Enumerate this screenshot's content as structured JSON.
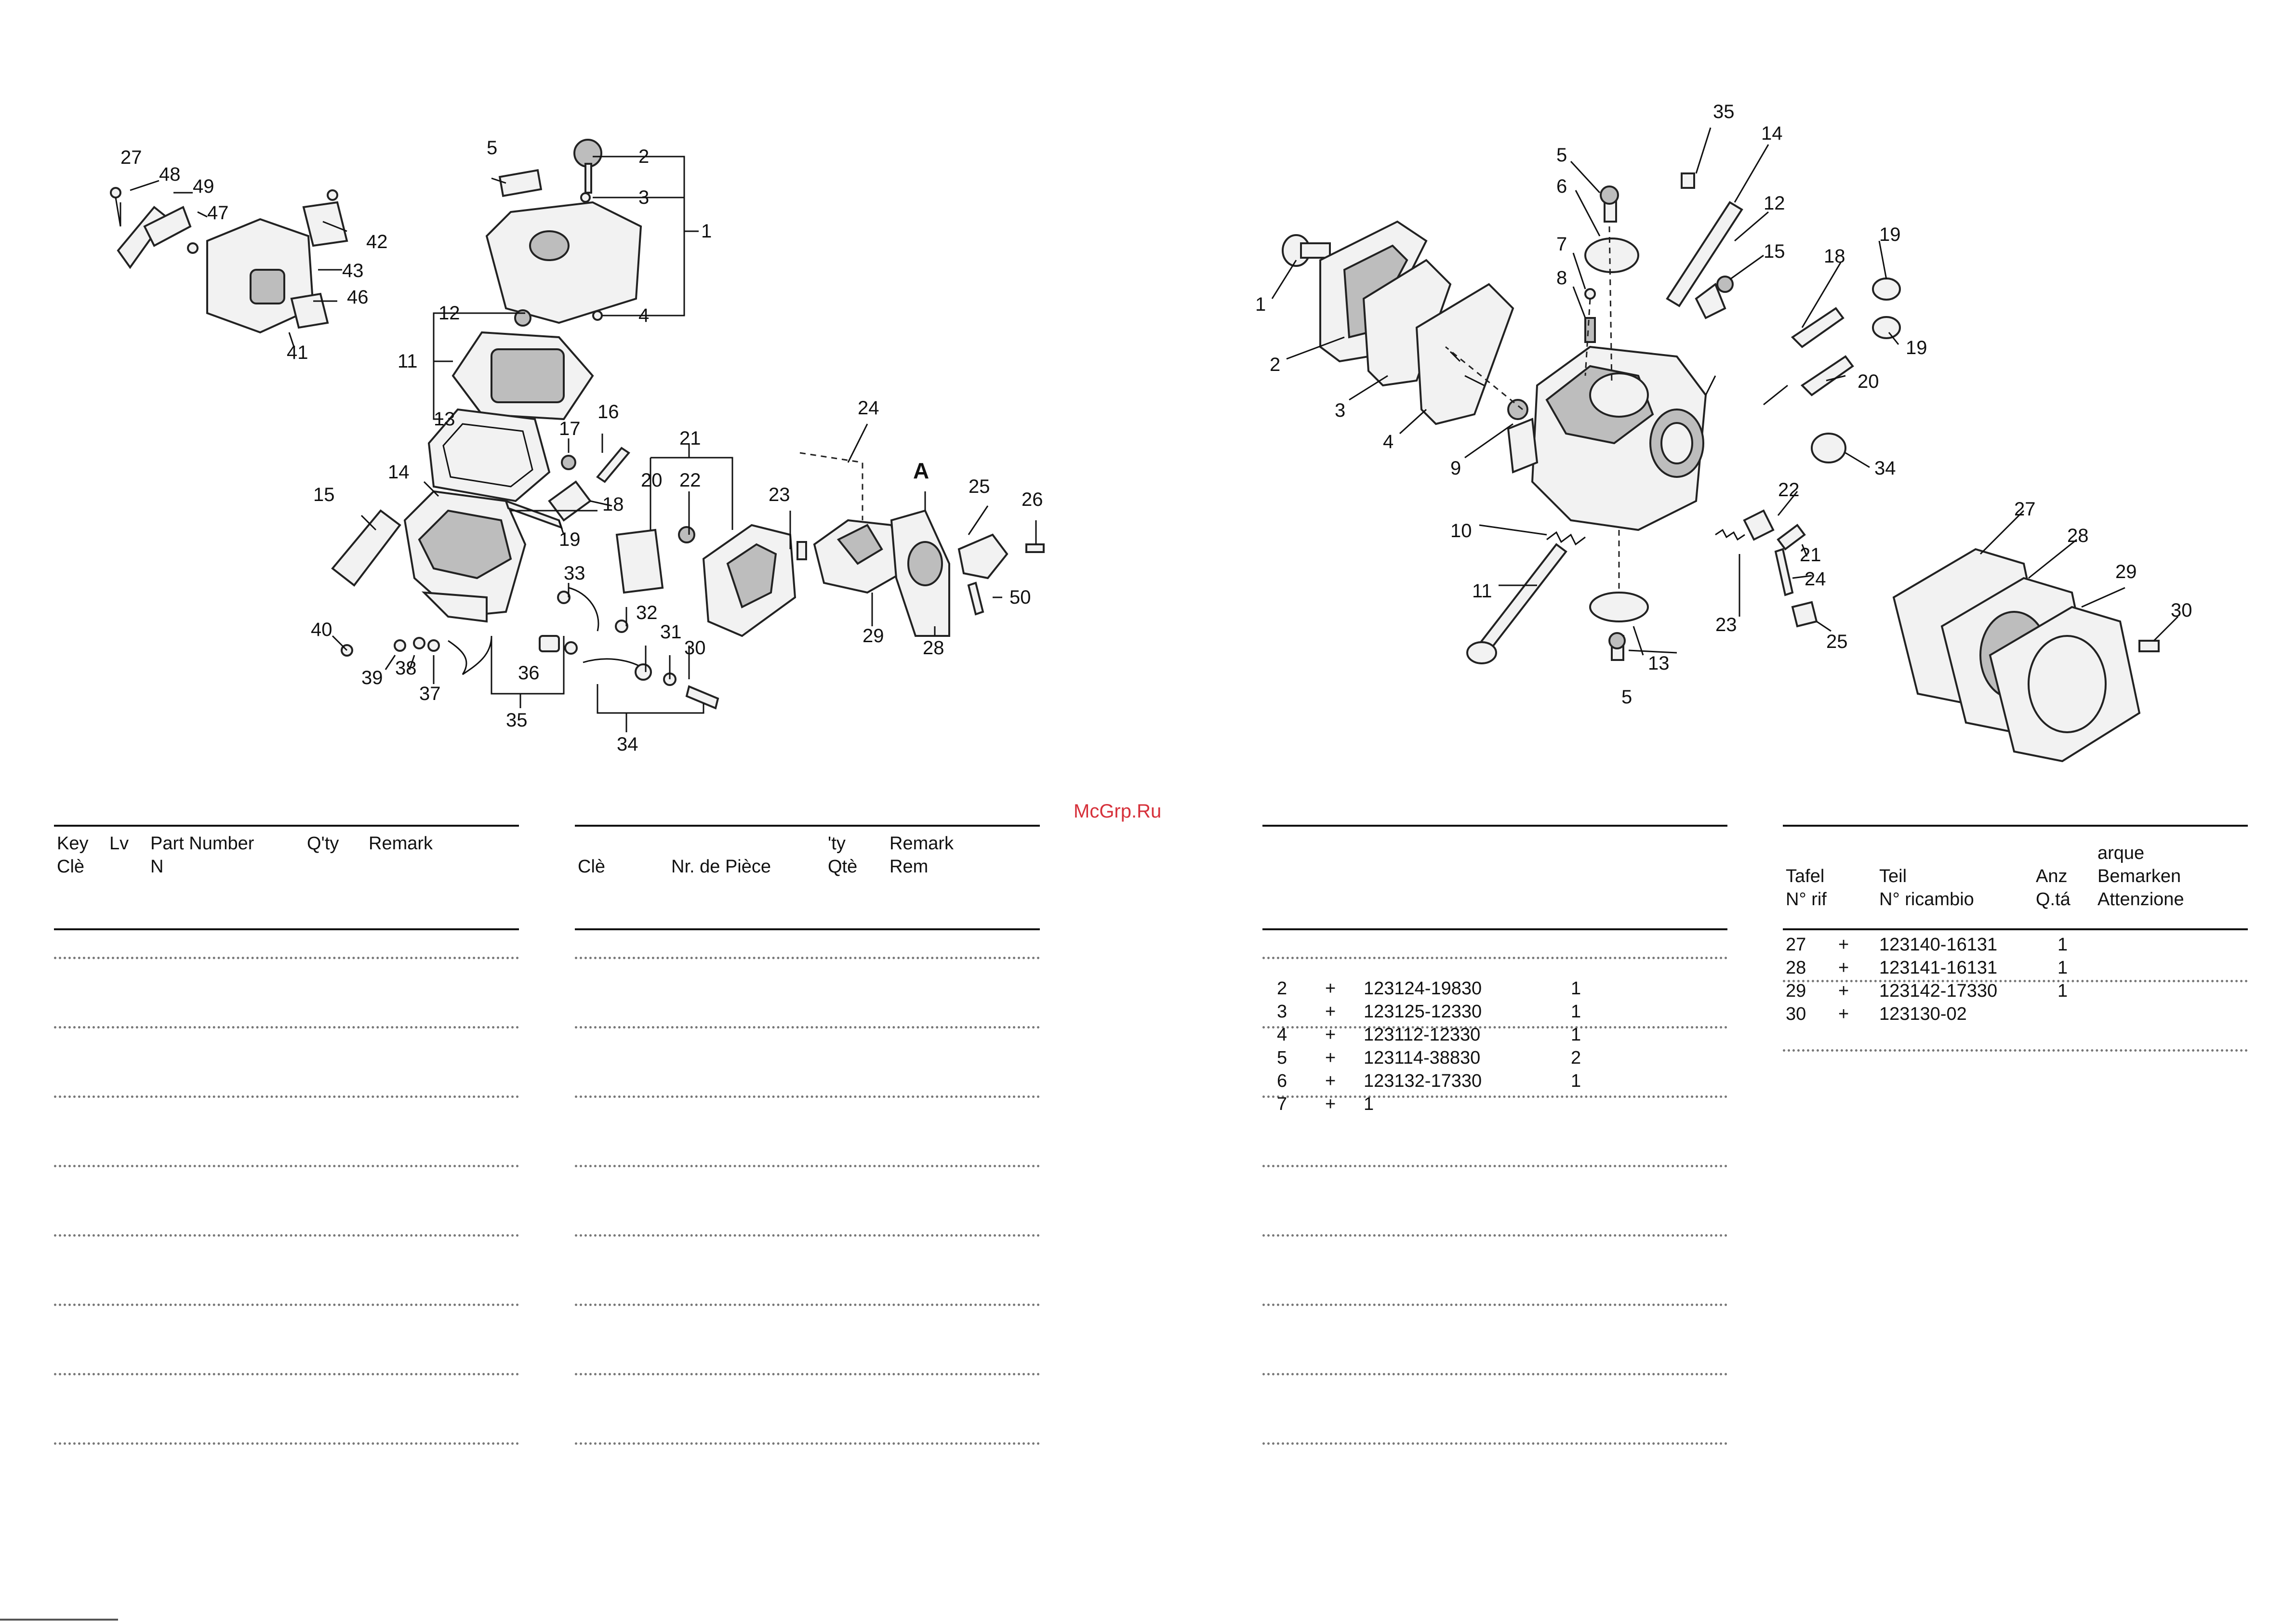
{
  "watermark": "McGrp.Ru",
  "diagram_left": {
    "callouts": [
      "27",
      "48",
      "49",
      "47",
      "42",
      "43",
      "46",
      "41",
      "5",
      "2",
      "3",
      "1",
      "4",
      "12",
      "11",
      "13",
      "16",
      "17",
      "18",
      "19",
      "15",
      "14",
      "21",
      "20",
      "22",
      "24",
      "23",
      "A",
      "25",
      "26",
      "50",
      "28",
      "29",
      "33",
      "32",
      "31",
      "30",
      "40",
      "39",
      "38",
      "37",
      "36",
      "35",
      "34"
    ]
  },
  "diagram_right": {
    "callouts": [
      "35",
      "14",
      "12",
      "15",
      "5",
      "6",
      "7",
      "8",
      "1",
      "2",
      "3",
      "4",
      "9",
      "10",
      "11",
      "18",
      "19",
      "19",
      "20",
      "34",
      "22",
      "21",
      "24",
      "23",
      "25",
      "13",
      "5",
      "27",
      "28",
      "29",
      "30"
    ]
  },
  "tables": [
    {
      "headers": [
        {
          "text": "Key",
          "col": 0,
          "line": 0
        },
        {
          "text": "Clè",
          "col": 0,
          "line": 1
        },
        {
          "text": "Lv",
          "col": 1,
          "line": 0
        },
        {
          "text": "Part Number",
          "col": 2,
          "line": 0
        },
        {
          "text": "N",
          "col": 2,
          "line": 1
        },
        {
          "text": "Q'ty",
          "col": 3,
          "line": 0
        },
        {
          "text": "Remark",
          "col": 4,
          "line": 0
        }
      ],
      "rows": []
    },
    {
      "headers": [
        {
          "text": "Clè",
          "col": 0,
          "line": 1
        },
        {
          "text": "Nr. de Pièce",
          "col": 2,
          "line": 1
        },
        {
          "text": "'ty",
          "col": 3,
          "line": 0
        },
        {
          "text": "Qtè",
          "col": 3,
          "line": 1
        },
        {
          "text": "Remark",
          "col": 4,
          "line": 0
        },
        {
          "text": "Rem",
          "col": 4,
          "line": 1
        }
      ],
      "rows": []
    },
    {
      "headers": [],
      "rows": [
        {
          "key": "2",
          "lv": "+",
          "part": "123124-19830",
          "qty": "1"
        },
        {
          "key": "3",
          "lv": "+",
          "part": "123125-12330",
          "qty": "1"
        },
        {
          "key": "4",
          "lv": "+",
          "part": "123112-12330",
          "qty": "1"
        },
        {
          "key": "5",
          "lv": "+",
          "part": "123114-38830",
          "qty": "2"
        },
        {
          "key": "6",
          "lv": "+",
          "part": "123132-17330",
          "qty": "1"
        },
        {
          "key": "7",
          "lv": "+",
          "part": "1",
          "qty": ""
        }
      ]
    },
    {
      "headers": [
        {
          "text": "arque",
          "col": 4,
          "line": -1
        },
        {
          "text": "Tafel",
          "col": 0,
          "line": 0
        },
        {
          "text": "N° rif",
          "col": 0,
          "line": 1
        },
        {
          "text": "Teil",
          "col": 2,
          "line": 0
        },
        {
          "text": "N° ricambio",
          "col": 2,
          "line": 1
        },
        {
          "text": "Anz",
          "col": 3,
          "line": 0
        },
        {
          "text": "Q.tá",
          "col": 3,
          "line": 1
        },
        {
          "text": "Bemarken",
          "col": 4,
          "line": 0
        },
        {
          "text": "Attenzione",
          "col": 4,
          "line": 1
        }
      ],
      "rows": [
        {
          "key": "27",
          "lv": "+",
          "part": "123140-16131",
          "qty": "1"
        },
        {
          "key": "28",
          "lv": "+",
          "part": "123141-16131",
          "qty": "1"
        },
        {
          "key": "29",
          "lv": "+",
          "part": "123142-17330",
          "qty": "1"
        },
        {
          "key": "30",
          "lv": "+",
          "part": "123130-02",
          "qty": ""
        }
      ]
    }
  ]
}
